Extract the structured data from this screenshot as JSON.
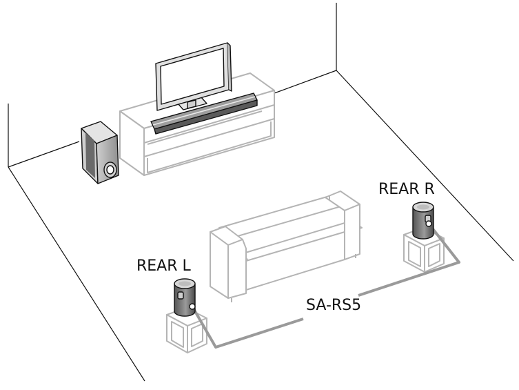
{
  "labels": {
    "rear_right": "REAR R",
    "rear_left": "REAR L",
    "model": "SA-RS5"
  },
  "colors": {
    "outline": "#111111",
    "furniture_stroke": "#b4b4b4",
    "cable": "#9a9a9a",
    "speaker_dark": "#6e6e6e",
    "speaker_light": "#d8d8d8"
  },
  "icons": [
    "tv-icon",
    "tv-stand-icon",
    "soundbar-icon",
    "subwoofer-icon",
    "sofa-icon",
    "rear-speaker-icon",
    "speaker-stand-icon",
    "cable-icon"
  ]
}
